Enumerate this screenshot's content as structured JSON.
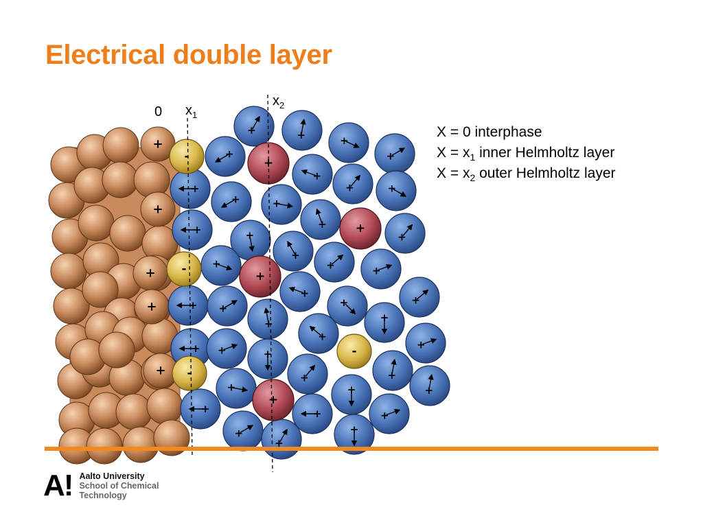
{
  "slide": {
    "title": "Electrical double layer"
  },
  "axis_labels": {
    "zero": "0",
    "x1": {
      "base": "x",
      "sub": "1"
    },
    "x2": {
      "base": "x",
      "sub": "2"
    }
  },
  "legend": [
    {
      "pre": "X = 0  interphase",
      "sub": "",
      "post": ""
    },
    {
      "pre": "X = x",
      "sub": "1",
      "post": " inner Helmholtz layer"
    },
    {
      "pre": "X = x",
      "sub": "2",
      "post": " outer Helmholtz layer"
    }
  ],
  "ion_signs": {
    "plus": "+",
    "minus": "-"
  },
  "logo": {
    "mark": "A!",
    "line1": "Aalto University",
    "line2": "School of Chemical",
    "line3": "Technology"
  },
  "colors": {
    "title": "#ee7d1c",
    "footer_bar": "#f08a1e",
    "metal_sphere": "#c98b5e",
    "water_molecule": "#4a74b8",
    "cation": "#b04a55",
    "anion": "#d9b84a"
  }
}
